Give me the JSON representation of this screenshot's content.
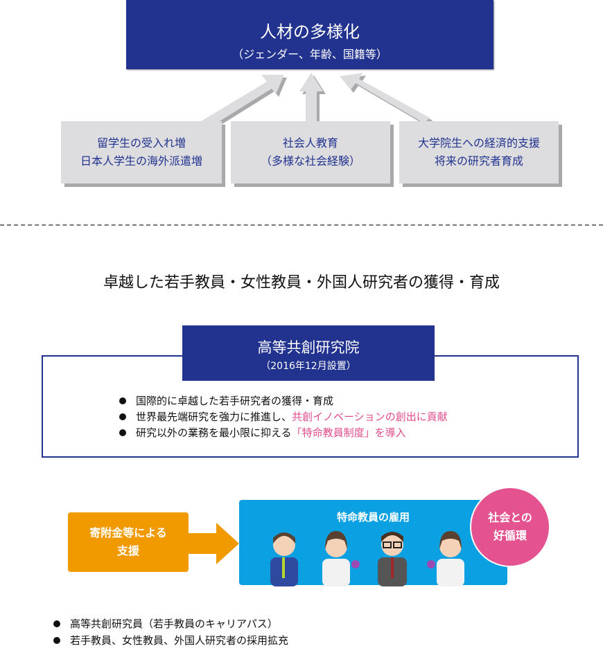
{
  "top": {
    "title": "人材の多様化",
    "subtitle": "（ジェンダー、年齢、国籍等）"
  },
  "boxes": [
    {
      "line1": "留学生の受入れ増",
      "line2": "日本人学生の海外派遣増"
    },
    {
      "line1": "社会人教育",
      "line2": "（多様な社会経験）"
    },
    {
      "line1": "大学院生への経済的支援",
      "line2": "将来の研究者育成"
    }
  ],
  "heading": "卓越した若手教員・女性教員・外国人研究者の獲得・育成",
  "institute": {
    "title": "高等共創研究院",
    "subtitle": "（2016年12月設置）"
  },
  "bullets": [
    {
      "text": "国際的に卓越した若手研究者の獲得・育成",
      "highlight": ""
    },
    {
      "text": "世界最先端研究を強力に推進し、",
      "highlight": "共創イノベーションの創出に貢献"
    },
    {
      "text": "研究以外の業務を最小限に抑える",
      "highlight": "「特命教員制度」を導入"
    }
  ],
  "flow": {
    "support_line1": "寄附金等による",
    "support_line2": "支援",
    "employment": "特命教員の雇用",
    "cycle_line1": "社会との",
    "cycle_line2": "好循環"
  },
  "bottom_bullets": [
    "高等共創研究員（若手教員のキャリアパス）",
    "若手教員、女性教員、外国人研究者の採用拡充"
  ],
  "colors": {
    "navy": "#22338f",
    "orange": "#f09a00",
    "blue": "#0aa0e2",
    "pink": "#e4528f",
    "highlight": "#e24c8c"
  }
}
